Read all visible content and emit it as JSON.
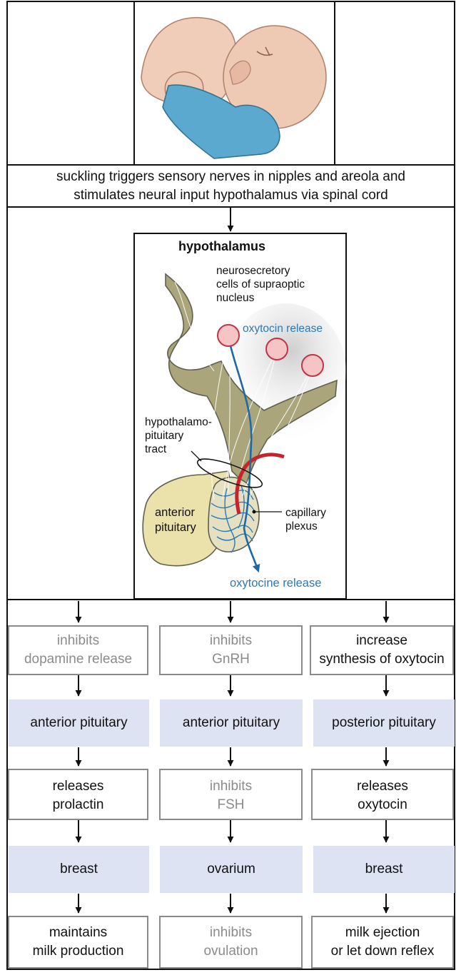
{
  "top_caption": {
    "line1": "suckling triggers sensory nerves in nipples and areola and",
    "line2": "stimulates neural input hypothalamus via spinal cord"
  },
  "hypothalamus_panel": {
    "title": "hypothalamus",
    "neurosecretory": [
      "neurosecretory",
      "cells of supraoptic",
      "nucleus"
    ],
    "oxytocin_release_top": "oxytocin release",
    "tract": [
      "hypothalamo-",
      "pituitary",
      "tract"
    ],
    "anterior_pituitary": [
      "anterior",
      "pituitary"
    ],
    "capillary": [
      "capillary",
      "plexus"
    ],
    "oxytocine_release_bottom": "oxytocine release"
  },
  "columns": [
    {
      "step1": [
        "inhibits",
        "dopamine release"
      ],
      "step2": "anterior pituitary",
      "step3": [
        "releases",
        "prolactin"
      ],
      "step4": "breast",
      "step5": [
        "maintains",
        "milk production"
      ]
    },
    {
      "step1": [
        "inhibits",
        "GnRH"
      ],
      "step2": "anterior pituitary",
      "step3": [
        "inhibits",
        "FSH"
      ],
      "step4": "ovarium",
      "step5": [
        "inhibits",
        "ovulation"
      ]
    },
    {
      "step1": [
        "increase",
        "synthesis of oxytocin"
      ],
      "step2": "posterior pituitary",
      "step3": [
        "releases",
        "oxytocin"
      ],
      "step4": "breast",
      "step5": [
        "milk ejection",
        "or let down reflex"
      ]
    }
  ],
  "colors": {
    "line": "#111111",
    "box_gray": "#8a8a8a",
    "band_fill": "#dde3f2",
    "blue": "#1f68a6",
    "tissue_fill": "#a9a47a",
    "tissue_stroke": "#5f6050",
    "pituitary_fill": "#e9e1a9",
    "pink": "#f6c4c4",
    "pink_stroke": "#c0344a",
    "red": "#c8232a",
    "skin": "#eec9b4",
    "shirt": "#5ba9cf"
  }
}
